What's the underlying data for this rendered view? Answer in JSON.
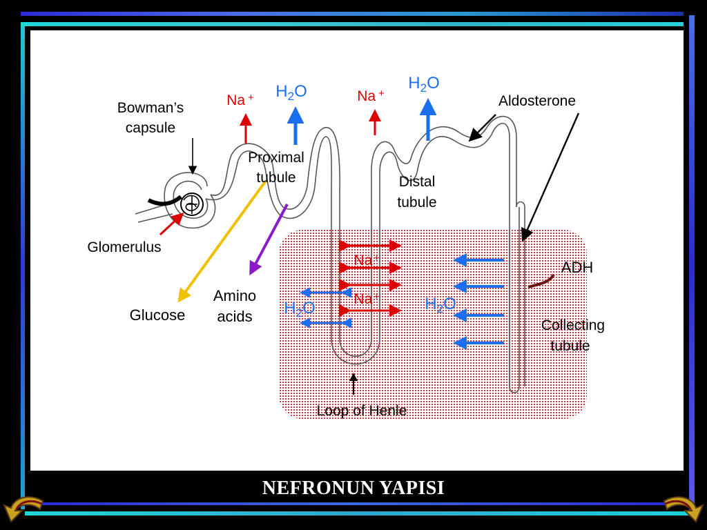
{
  "slide": {
    "title": "NEFRONUN YAPISI"
  },
  "diagram": {
    "labels": {
      "bowmans_capsule": [
        "Bowman’s",
        "capsule"
      ],
      "glomerulus": "Glomerulus",
      "glucose": "Glucose",
      "amino_acids": [
        "Amino",
        "acids"
      ],
      "proximal_tubule": [
        "Proximal",
        "tubule"
      ],
      "distal_tubule": [
        "Distal",
        "tubule"
      ],
      "aldosterone": "Aldosterone",
      "adh": "ADH",
      "collecting_tubule": [
        "Collecting",
        "tubule"
      ],
      "loop_of_henle": "Loop of Henle"
    },
    "ions": {
      "sodium": "Na",
      "sodium_charge": "+",
      "water_h": "H",
      "water_2": "2",
      "water_o": "O"
    },
    "colors": {
      "sodium_arrow": "#dd0000",
      "water_arrow": "#1a6ef0",
      "glucose_arrow": "#f0c000",
      "amino_arrow": "#8a1ac8",
      "medulla_dots": "#c8202a"
    }
  },
  "navigation": {
    "prev_icon": "curved-arrow-left-icon",
    "next_icon": "curved-arrow-right-icon"
  }
}
